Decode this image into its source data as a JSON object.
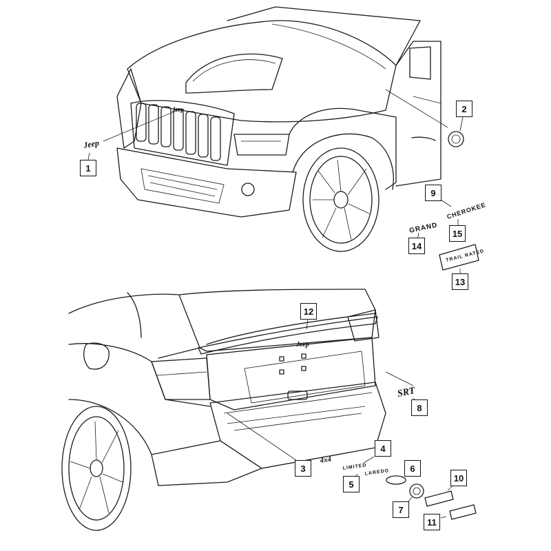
{
  "callouts": [
    "1",
    "2",
    "3",
    "4",
    "5",
    "6",
    "7",
    "8",
    "9",
    "10",
    "11",
    "12",
    "13",
    "14",
    "15"
  ],
  "emblems": {
    "jeep": "Jeep",
    "grand": "GRAND",
    "cherokee": "CHEROKEE",
    "limited": "LIMITED",
    "laredo": "LAREDO",
    "four_by_four": "4x4",
    "srt": "SRT",
    "trail_rated": "TRAIL RATED"
  },
  "colors": {
    "line": "#1a1a1a",
    "background": "#ffffff"
  }
}
